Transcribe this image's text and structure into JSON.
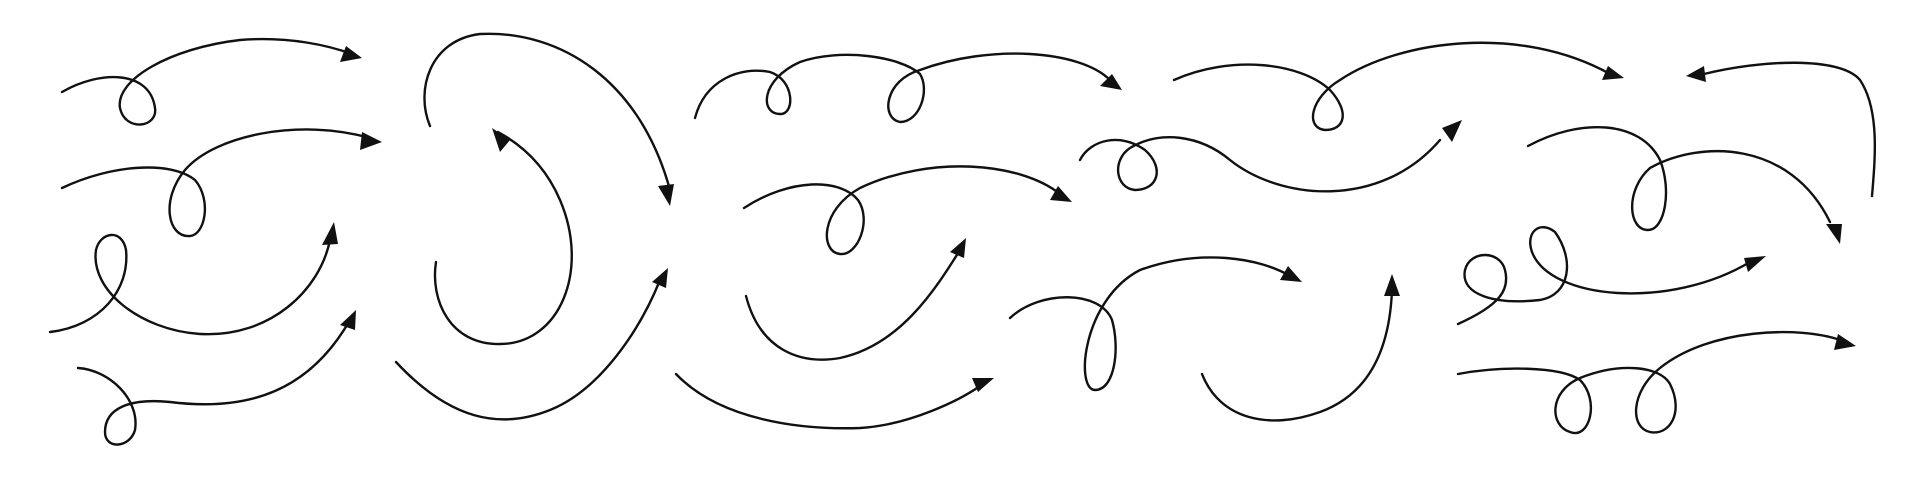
{
  "style": {
    "background": "#ffffff",
    "stroke": "#111111"
  },
  "arrows": [
    {
      "name": "curly-arrow-1",
      "icon": "loop-arrow-right-icon"
    },
    {
      "name": "curly-arrow-2",
      "icon": "loop-arrow-right-icon"
    },
    {
      "name": "curly-arrow-3",
      "icon": "loop-arrow-up-right-icon"
    },
    {
      "name": "curly-arrow-4",
      "icon": "loop-arrow-up-right-icon"
    },
    {
      "name": "curly-arrow-5",
      "icon": "curved-arrow-down-icon"
    },
    {
      "name": "curly-arrow-6",
      "icon": "curved-arrow-up-left-icon"
    },
    {
      "name": "curly-arrow-7",
      "icon": "curved-arrow-up-right-icon"
    },
    {
      "name": "curly-arrow-8",
      "icon": "double-loop-arrow-right-icon"
    },
    {
      "name": "curly-arrow-9",
      "icon": "loop-arrow-right-icon"
    },
    {
      "name": "curly-arrow-10",
      "icon": "curved-arrow-up-right-icon"
    },
    {
      "name": "curly-arrow-11",
      "icon": "curved-arrow-right-icon"
    },
    {
      "name": "curly-arrow-12",
      "icon": "loop-arrow-right-icon"
    },
    {
      "name": "curly-arrow-13",
      "icon": "loop-wave-arrow-up-right-icon"
    },
    {
      "name": "curly-arrow-14",
      "icon": "loop-arrow-right-icon"
    },
    {
      "name": "curly-arrow-15",
      "icon": "curved-arrow-up-icon"
    },
    {
      "name": "curly-arrow-16",
      "icon": "curved-arrow-left-down-icon"
    },
    {
      "name": "curly-arrow-17",
      "icon": "loop-arrow-down-right-icon"
    },
    {
      "name": "curly-arrow-18",
      "icon": "double-loop-arrow-up-right-icon"
    },
    {
      "name": "curly-arrow-19",
      "icon": "double-loop-arrow-right-icon"
    }
  ]
}
